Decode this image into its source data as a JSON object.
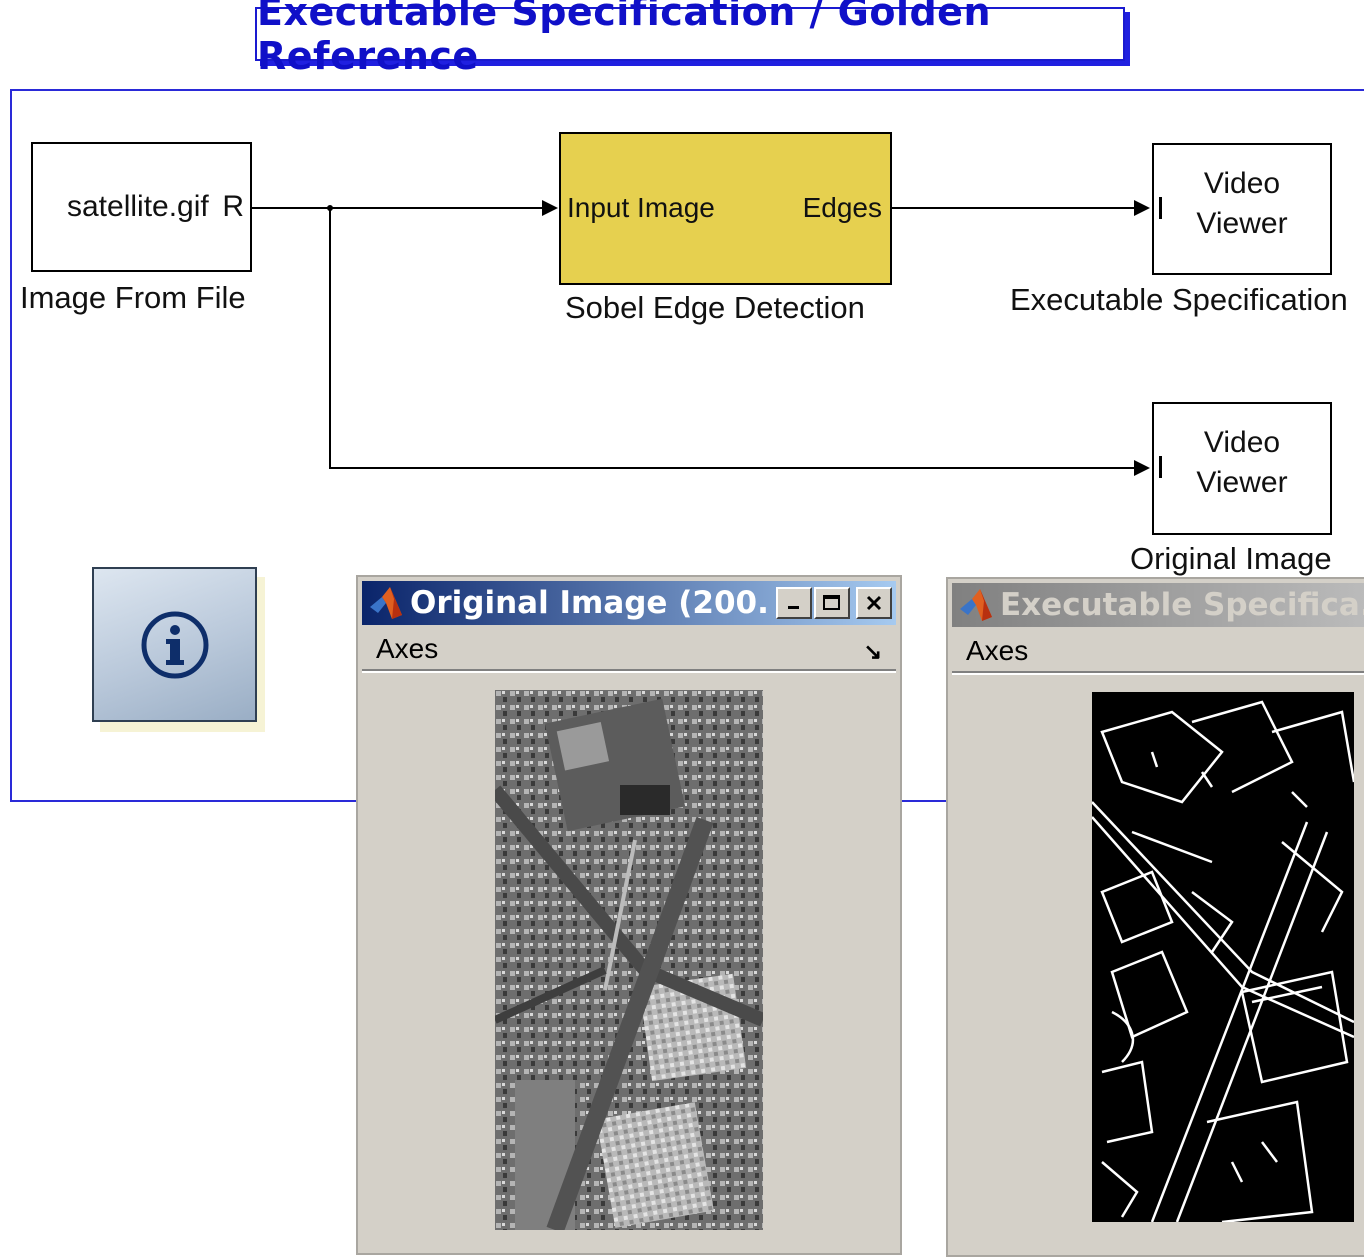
{
  "title": "Executable Specification / Golden Reference",
  "blocks": {
    "image_from_file": {
      "inner_text": "satellite.gif",
      "port_label": "R",
      "label": "Image From File"
    },
    "sobel": {
      "input_port": "Input Image",
      "output_port": "Edges",
      "label": "Sobel Edge Detection",
      "color": "#e6d04f"
    },
    "viewer_exec": {
      "line1": "Video",
      "line2": "Viewer",
      "port": "I",
      "label": "Executable Specification"
    },
    "viewer_orig": {
      "line1": "Video",
      "line2": "Viewer",
      "port": "I",
      "label": "Original Image"
    }
  },
  "info_button": {
    "icon": "info-icon"
  },
  "windows": {
    "original": {
      "title": "Original Image (200...",
      "menu": "Axes",
      "state": "active"
    },
    "exec": {
      "title": "Executable Specifica...",
      "menu": "Axes",
      "state": "inactive"
    }
  },
  "colors": {
    "accent": "#1010c8",
    "sobel_block": "#e6d04f",
    "titlebar_active": "#0a246a"
  }
}
